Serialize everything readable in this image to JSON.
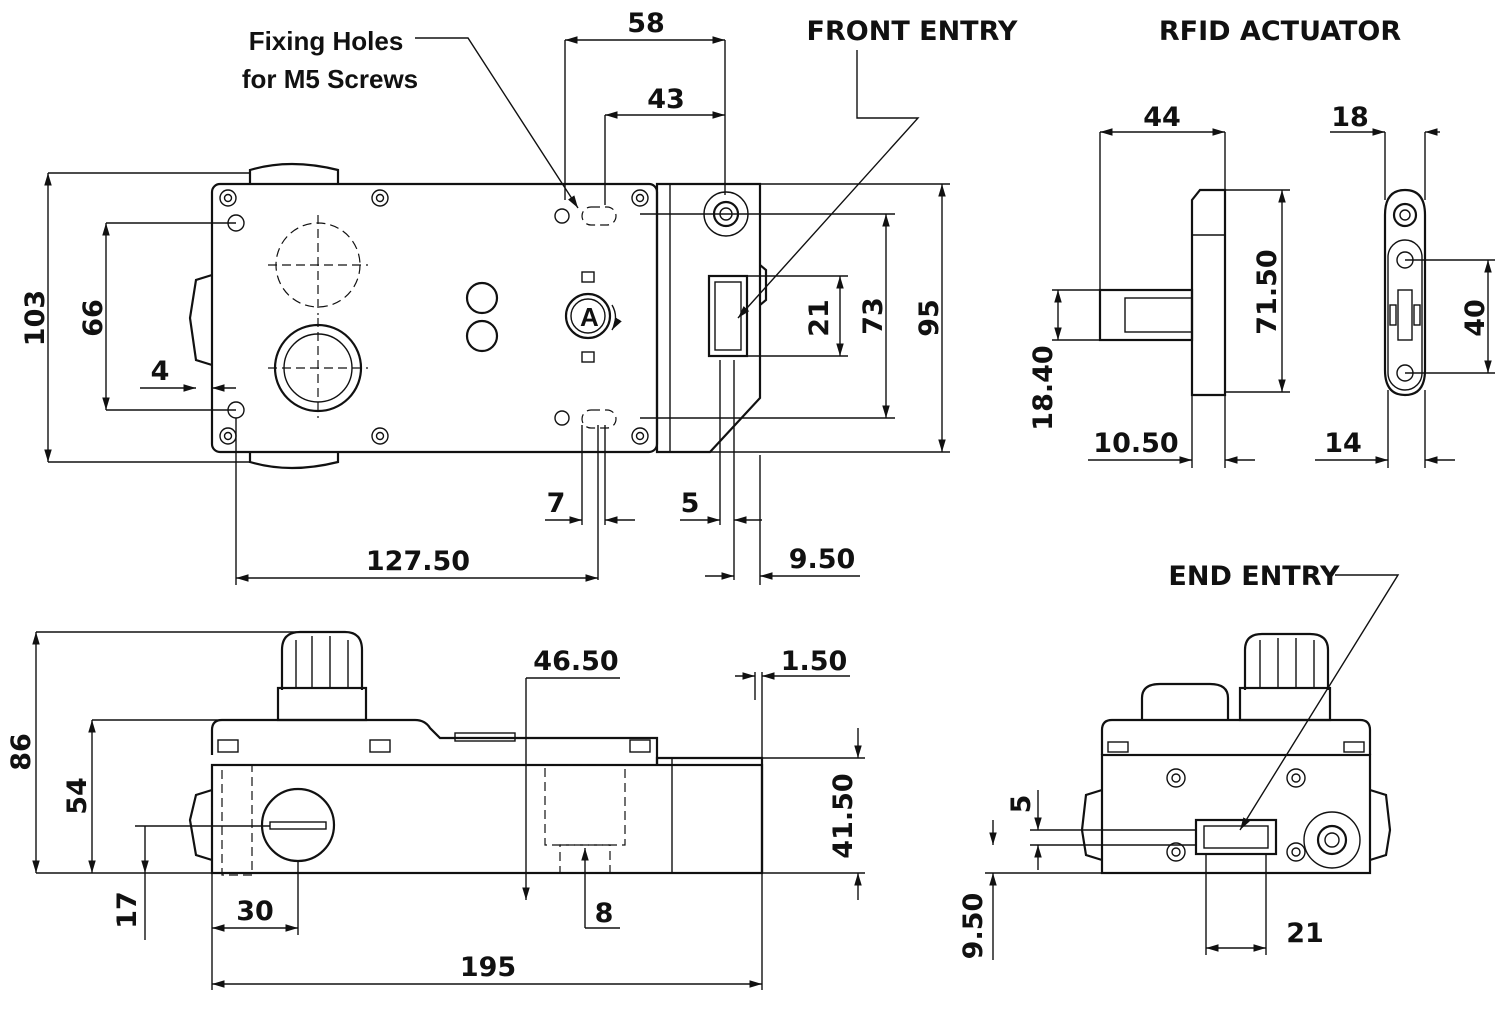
{
  "headings": {
    "front_entry": "FRONT ENTRY",
    "rfid_actuator": "RFID ACTUATOR",
    "end_entry": "END ENTRY",
    "fixing_holes_line1": "Fixing Holes",
    "fixing_holes_line2": "for M5 Screws"
  },
  "dimensions": {
    "top_view": {
      "width_58": "58",
      "width_43": "43",
      "height_103": "103",
      "height_66": "66",
      "offset_4": "4",
      "height_21": "21",
      "height_73": "73",
      "height_95": "95",
      "gap_7": "7",
      "gap_5": "5",
      "length_127_50": "127.50",
      "offset_9_50": "9.50"
    },
    "actuator_side": {
      "width_44": "44",
      "height_71_50": "71.50",
      "height_18_40": "18.40",
      "width_10_50": "10.50"
    },
    "actuator_front": {
      "width_18": "18",
      "height_40": "40",
      "width_14": "14"
    },
    "side_view": {
      "height_86": "86",
      "height_54": "54",
      "offset_17": "17",
      "width_30": "30",
      "pos_46_50": "46.50",
      "gap_1_50": "1.50",
      "height_41_50": "41.50",
      "width_8": "8",
      "length_195": "195"
    },
    "end_view": {
      "height_5": "5",
      "height_9_50": "9.50",
      "width_21": "21"
    }
  }
}
